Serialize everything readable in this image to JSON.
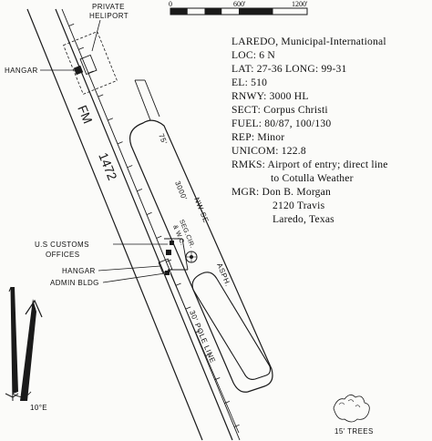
{
  "airport": {
    "name": "LAREDO, Municipal-International",
    "loc": "LOC: 6 N",
    "lat_long": "LAT: 27-36 LONG: 99-31",
    "el": "EL: 510",
    "rnwy": "RNWY: 3000 HL",
    "sect": "SECT: Corpus Christi",
    "fuel": "FUEL: 80/87, 100/130",
    "rep": "REP: Minor",
    "unicom": "UNICOM: 122.8",
    "rmks_1": "RMKS: Airport of entry; direct line",
    "rmks_2": "to Cotulla Weather",
    "mgr_1": "MGR: Don B. Morgan",
    "mgr_2": "2120 Travis",
    "mgr_3": "Laredo, Texas"
  },
  "scale": {
    "zero": "0",
    "mid": "600'",
    "end": "1200'"
  },
  "map_labels": {
    "heliport_1": "PRIVATE",
    "heliport_2": "HELIPORT",
    "hangar_north": "HANGAR",
    "customs_1": "U.S CUSTOMS",
    "customs_2": "OFFICES",
    "hangar_south": "HANGAR",
    "admin": "ADMIN BLDG",
    "fm": "FM",
    "road_number": "1472",
    "runway_width": "75'",
    "runway_length": "3000'",
    "runway_dir": "NW-SE",
    "surface": "ASPH.",
    "wind_cone": "SEG.CIR.",
    "wind_cone_2": "& W.C.",
    "pole_line": "30' POLE LINE",
    "trees": "15' TREES",
    "declination": "10°E"
  }
}
